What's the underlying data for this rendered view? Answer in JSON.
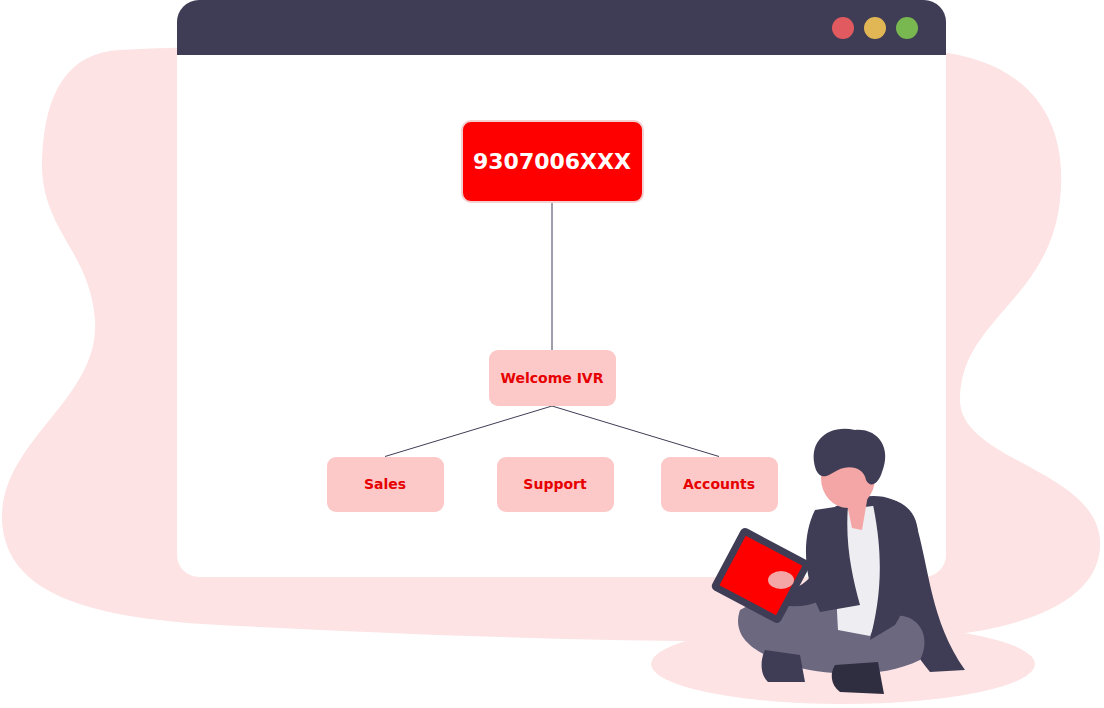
{
  "diagram": {
    "nodes": [
      {
        "text": [
          "9307006XXX"
        ]
      },
      {
        "text": [
          "Welcome IVR"
        ]
      },
      {
        "text": [
          "Sales"
        ]
      },
      {
        "text": [
          "Support"
        ]
      },
      {
        "text": [
          "Accounts"
        ]
      }
    ],
    "edges": [
      {
        "from": 0,
        "to": 1,
        "arrow": "none"
      },
      {
        "from": 1,
        "to": 2,
        "arrow": "none"
      },
      {
        "from": 1,
        "to": 4,
        "arrow": "none"
      }
    ]
  }
}
